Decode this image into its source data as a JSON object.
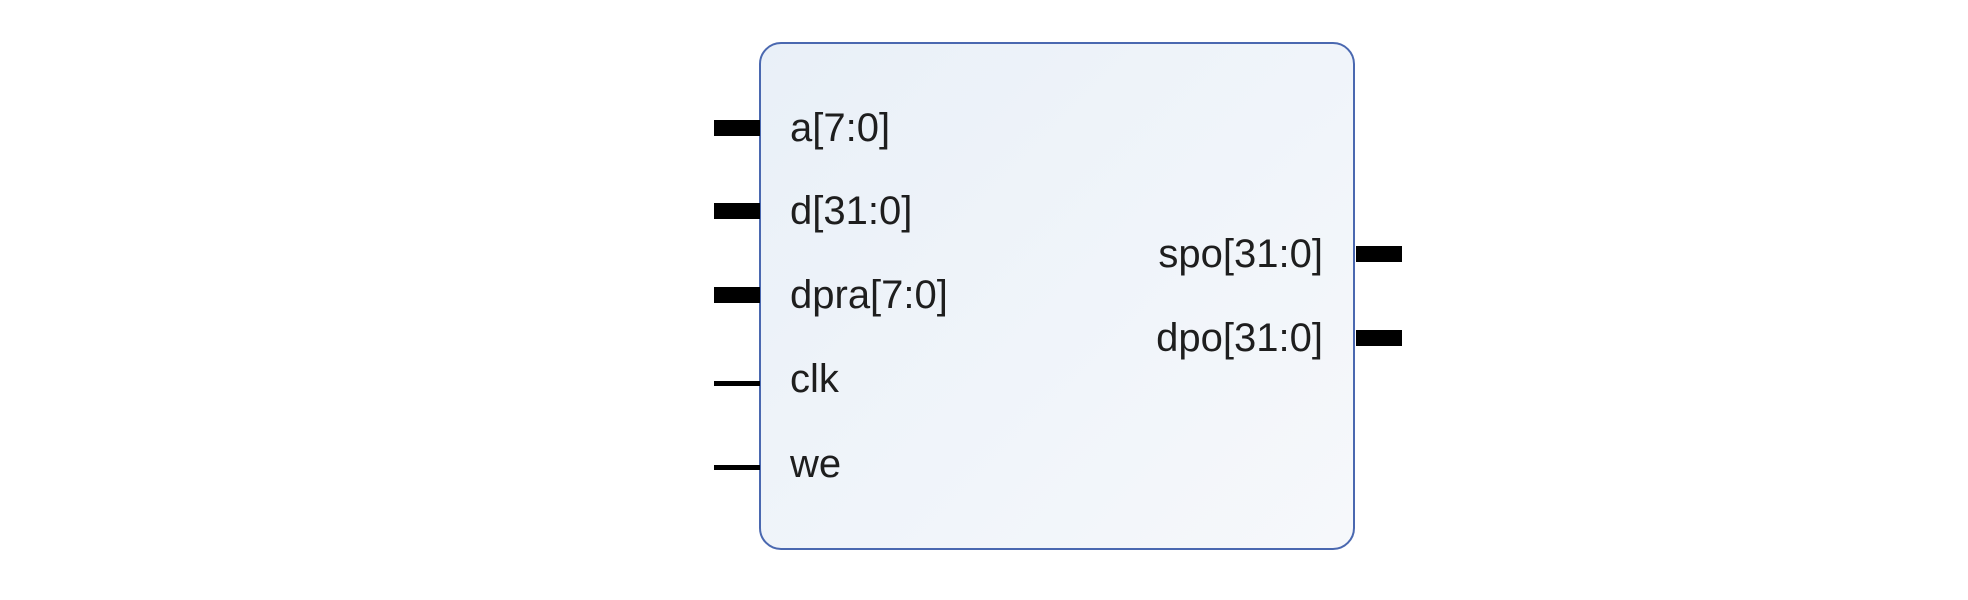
{
  "block": {
    "border_color": "#4a68b0",
    "fill_color": "#eef3f9",
    "inputs": [
      {
        "label": "a[7:0]",
        "kind": "bus"
      },
      {
        "label": "d[31:0]",
        "kind": "bus"
      },
      {
        "label": "dpra[7:0]",
        "kind": "bus"
      },
      {
        "label": "clk",
        "kind": "wire"
      },
      {
        "label": "we",
        "kind": "wire"
      }
    ],
    "outputs": [
      {
        "label": "spo[31:0]",
        "kind": "bus"
      },
      {
        "label": "dpo[31:0]",
        "kind": "bus"
      }
    ]
  }
}
